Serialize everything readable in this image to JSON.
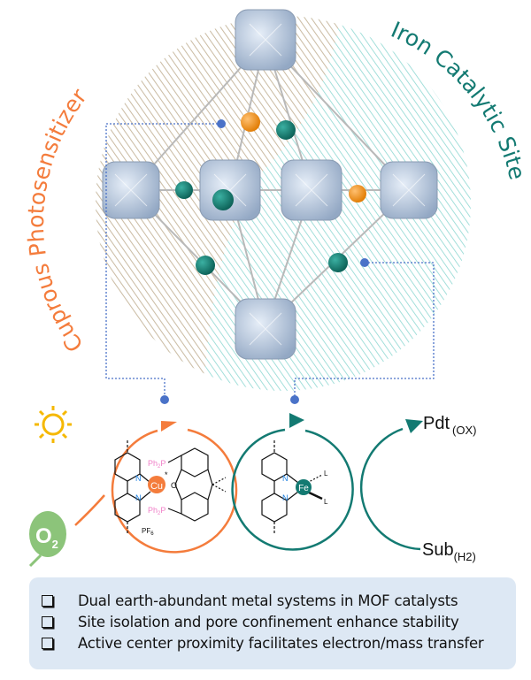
{
  "labels": {
    "left_arc": "Cuprous Photosensitizer",
    "right_arc": "Iron Catalytic Site",
    "product": "Pdt",
    "product_sub": "(OX)",
    "substrate": "Sub",
    "substrate_sub": "(H2)",
    "oxygen": "O",
    "oxygen_sub": "2",
    "cu_metal": "Cu",
    "fe_metal": "Fe",
    "n_atom": "N",
    "p_ligand": "Ph",
    "p_ligand_sub": "2",
    "p_atom": "P",
    "o_atom": "O",
    "counter_ion": "PF",
    "counter_ion_sub": "6",
    "ligand_l": "L",
    "star": "*"
  },
  "bullets": [
    "Dual earth-abundant metal systems in MOF catalysts",
    "Site isolation and pore confinement enhance stability",
    "Active center proximity facilitates electron/mass transfer"
  ],
  "colors": {
    "orange": "#f47c3c",
    "teal": "#137a72",
    "blue_dot": "#4a72c8",
    "sun": "#f5b800",
    "balloon": "#8cc47a",
    "box": "#dde8f4"
  }
}
